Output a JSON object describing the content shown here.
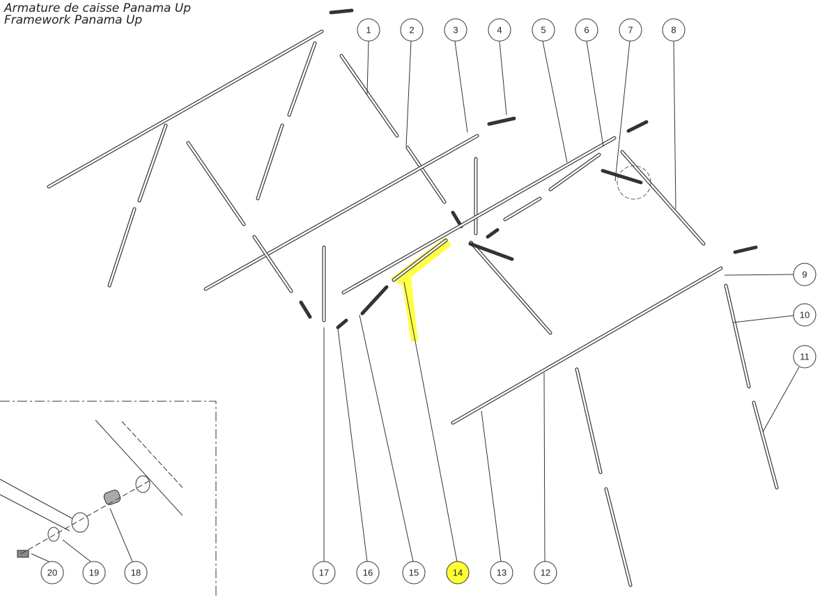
{
  "title": {
    "line1": "Armature de caisse Panama Up",
    "line2": "Framework Panama Up"
  },
  "callouts": [
    "1",
    "2",
    "3",
    "4",
    "5",
    "6",
    "7",
    "8",
    "9",
    "10",
    "11",
    "12",
    "13",
    "14",
    "15",
    "16",
    "17",
    "18",
    "19",
    "20"
  ],
  "highlighted_callout": "14",
  "highlight_color": "#ffff33"
}
